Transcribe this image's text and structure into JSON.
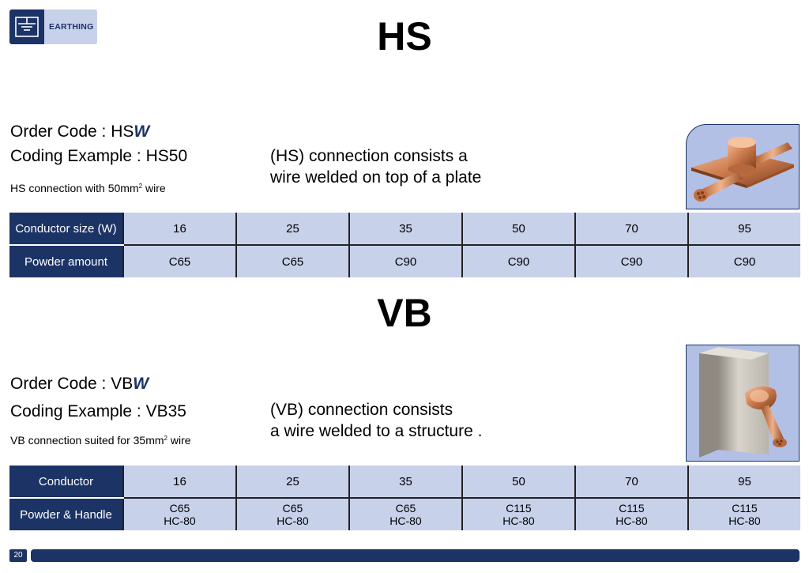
{
  "header": {
    "badge_label": "EARTHING"
  },
  "hs": {
    "title": "HS",
    "order_code_label": "Order Code : HS",
    "order_code_var": "W",
    "coding_example": "Coding Example : HS50",
    "note_prefix": "HS connection with 50mm",
    "note_sup": "2",
    "note_suffix": " wire",
    "desc_line1": "(HS) connection consists a",
    "desc_line2": "wire welded on top of a plate",
    "table": {
      "row1_header": "Conductor size (W)",
      "row1_values": [
        "16",
        "25",
        "35",
        "50",
        "70",
        "95"
      ],
      "row2_header": "Powder amount",
      "row2_values": [
        "C65",
        "C65",
        "C90",
        "C90",
        "C90",
        "C90"
      ]
    }
  },
  "vb": {
    "title": "VB",
    "order_code_label": "Order Code : VB",
    "order_code_var": "W",
    "coding_example": "Coding Example : VB35",
    "note_prefix": "VB connection suited for 35mm",
    "note_sup": "2",
    "note_suffix": " wire",
    "desc_line1": "(VB) connection consists",
    "desc_line2": "a wire welded to a structure .",
    "table": {
      "row1_header": "Conductor",
      "row1_values": [
        "16",
        "25",
        "35",
        "50",
        "70",
        "95"
      ],
      "row2_header": "Powder & Handle",
      "row2_powder": [
        "C65",
        "C65",
        "C65",
        "C115",
        "C115",
        "C115"
      ],
      "row2_handle": [
        "HC-80",
        "HC-80",
        "HC-80",
        "HC-80",
        "HC-80",
        "HC-80"
      ]
    }
  },
  "footer": {
    "page_number": "20"
  },
  "colors": {
    "navy": "#1c3366",
    "light_blue": "#c7d1ea",
    "photo_bg": "#b2c0e6",
    "copper": "#c9774a"
  }
}
